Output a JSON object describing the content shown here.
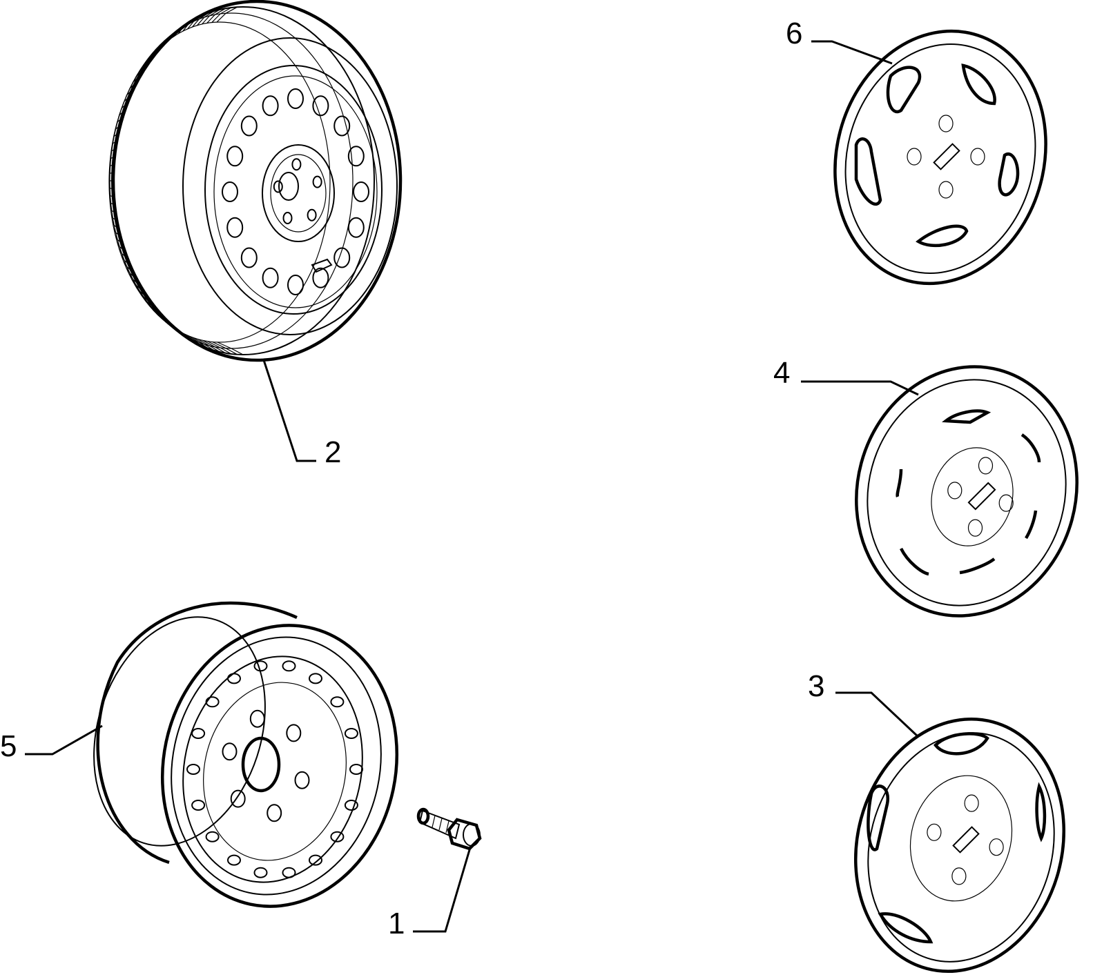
{
  "callouts": {
    "bolt": "1",
    "tyre_wheel": "2",
    "cap_a": "3",
    "cap_b": "4",
    "rim": "5",
    "cap_c": "6"
  }
}
